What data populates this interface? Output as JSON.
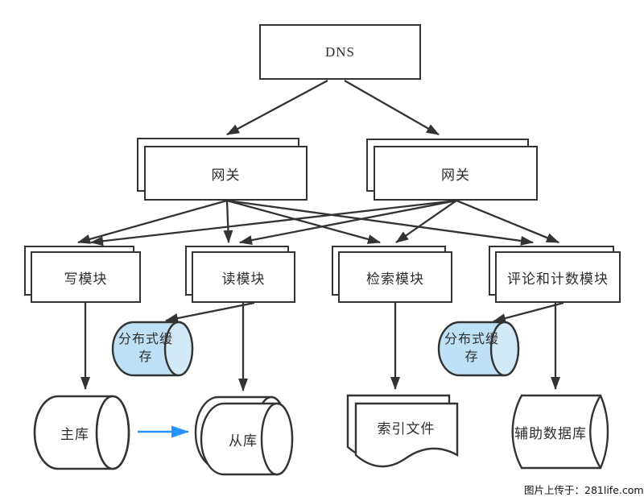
{
  "diagram": {
    "type": "architecture-flowchart",
    "nodes": {
      "dns": {
        "label": "DNS",
        "shape": "rectangle"
      },
      "gateway_left": {
        "label": "网关",
        "shape": "stacked-rectangle"
      },
      "gateway_right": {
        "label": "网关",
        "shape": "stacked-rectangle"
      },
      "module_write": {
        "label": "写模块",
        "shape": "stacked-rectangle"
      },
      "module_read": {
        "label": "读模块",
        "shape": "stacked-rectangle"
      },
      "module_search": {
        "label": "检索模块",
        "shape": "stacked-rectangle"
      },
      "module_comment": {
        "label": "评论和计数模块",
        "shape": "stacked-rectangle"
      },
      "cache_left": {
        "label": "分布式缓存",
        "shape": "horizontal-cylinder"
      },
      "cache_right": {
        "label": "分布式缓存",
        "shape": "horizontal-cylinder"
      },
      "db_master": {
        "label": "主库",
        "shape": "horizontal-cylinder"
      },
      "db_slave": {
        "label": "从库",
        "shape": "stacked-horizontal-cylinder"
      },
      "index_file": {
        "label": "索引文件",
        "shape": "stacked-document"
      },
      "aux_db": {
        "label": "辅助数据库",
        "shape": "stored-data"
      }
    },
    "edges": [
      {
        "from": "dns",
        "to": "gateway_left"
      },
      {
        "from": "dns",
        "to": "gateway_right"
      },
      {
        "from": "gateway_left",
        "to": "module_write"
      },
      {
        "from": "gateway_left",
        "to": "module_read"
      },
      {
        "from": "gateway_left",
        "to": "module_search"
      },
      {
        "from": "gateway_left",
        "to": "module_comment"
      },
      {
        "from": "gateway_right",
        "to": "module_write"
      },
      {
        "from": "gateway_right",
        "to": "module_read"
      },
      {
        "from": "gateway_right",
        "to": "module_search"
      },
      {
        "from": "gateway_right",
        "to": "module_comment"
      },
      {
        "from": "module_write",
        "to": "db_master"
      },
      {
        "from": "module_read",
        "to": "cache_left"
      },
      {
        "from": "module_read",
        "to": "db_slave"
      },
      {
        "from": "module_search",
        "to": "index_file"
      },
      {
        "from": "module_comment",
        "to": "cache_right"
      },
      {
        "from": "module_comment",
        "to": "aux_db"
      },
      {
        "from": "db_master",
        "to": "db_slave",
        "style": "replication"
      }
    ],
    "colors": {
      "line": "#333333",
      "shape_fill": "#ffffff",
      "cache_fill": "#bee1f6",
      "cache_cap_fill": "#d2e9f8",
      "replication_arrow": "#2492ff"
    }
  },
  "watermark": {
    "text": "图片上传于：281life.com"
  }
}
